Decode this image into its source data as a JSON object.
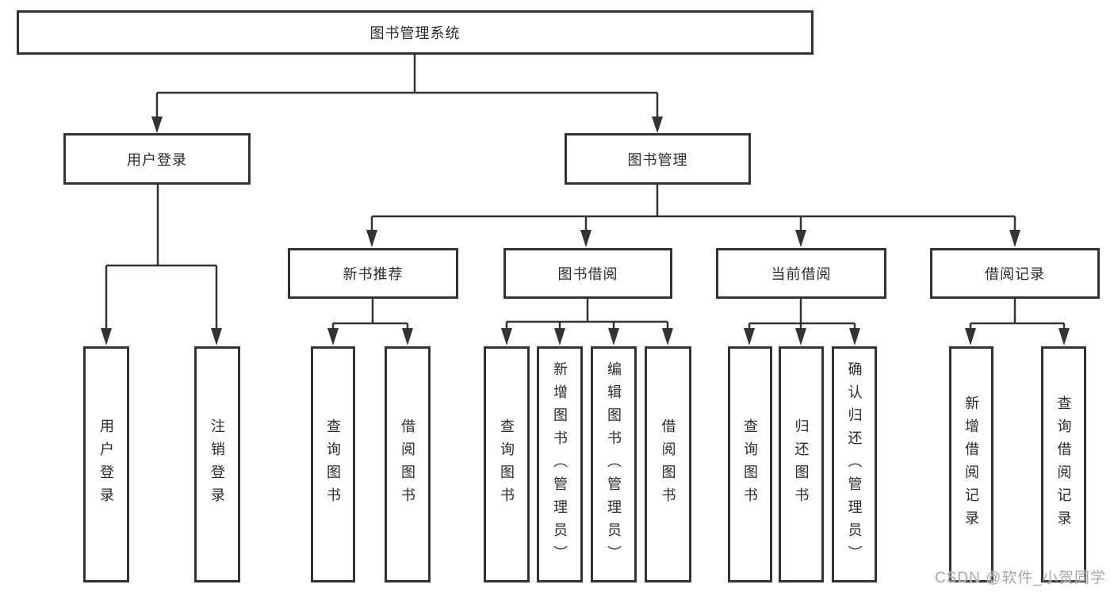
{
  "diagram": {
    "root": {
      "label": "图书管理系统",
      "children": [
        {
          "label": "用户登录",
          "children": [
            {
              "label": "用户登录"
            },
            {
              "label": "注销登录"
            }
          ]
        },
        {
          "label": "图书管理",
          "children": [
            {
              "label": "新书推荐",
              "children": [
                {
                  "label": "查询图书"
                },
                {
                  "label": "借阅图书"
                }
              ]
            },
            {
              "label": "图书借阅",
              "children": [
                {
                  "label": "查询图书"
                },
                {
                  "label": "新增图书（管理员）"
                },
                {
                  "label": "编辑图书（管理员）"
                },
                {
                  "label": "借阅图书"
                }
              ]
            },
            {
              "label": "当前借阅",
              "children": [
                {
                  "label": "查询图书"
                },
                {
                  "label": "归还图书"
                },
                {
                  "label": "确认归还（管理员）"
                }
              ]
            },
            {
              "label": "借阅记录",
              "children": [
                {
                  "label": "新增借阅记录"
                },
                {
                  "label": "查询借阅记录"
                }
              ]
            }
          ]
        }
      ]
    }
  },
  "watermark": {
    "text": "CSDN @软件_小贺同学"
  },
  "colors": {
    "line": "#333333",
    "text": "#2b2b2b",
    "watermark": "#a8a8a8",
    "background": "#ffffff"
  }
}
